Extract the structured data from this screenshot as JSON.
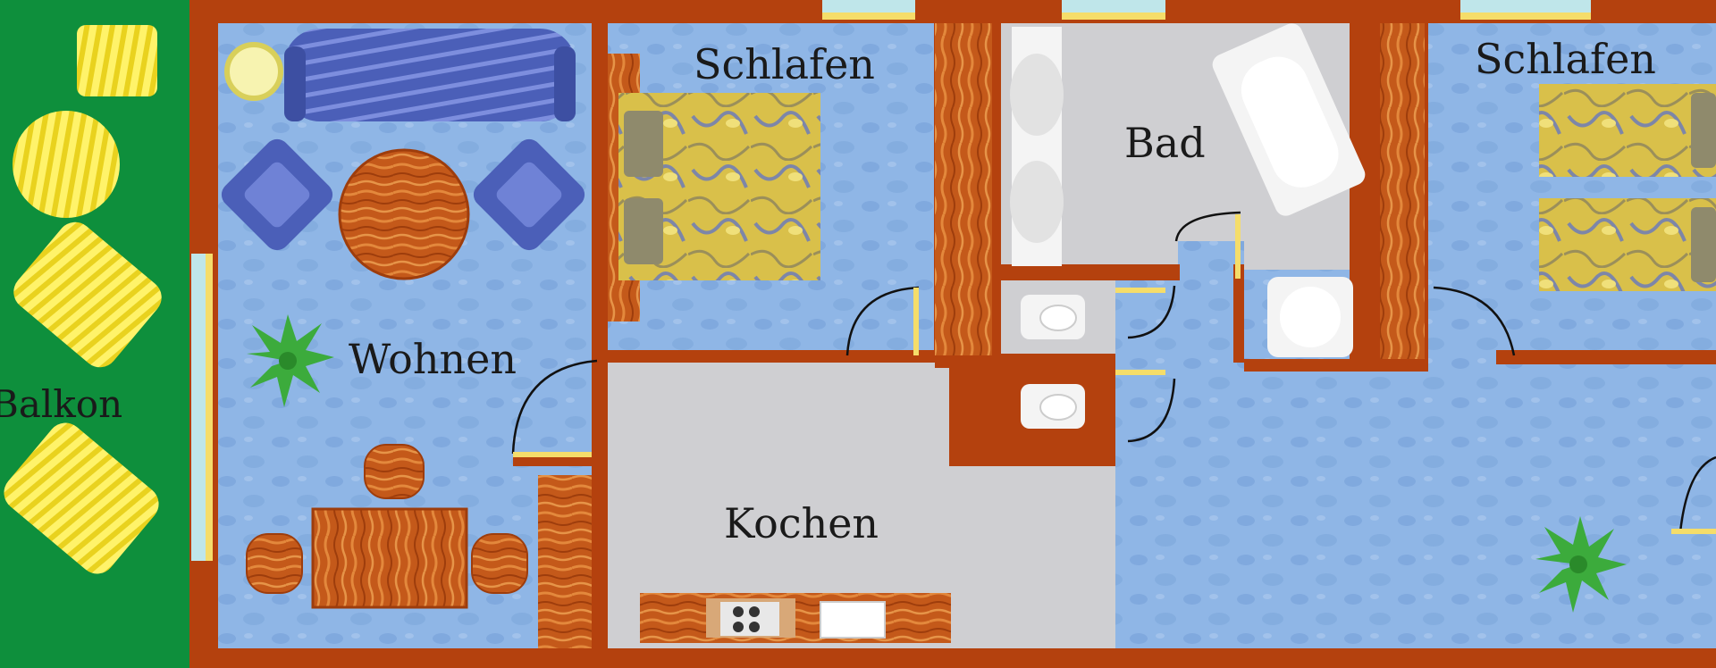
{
  "rooms": {
    "balkon": "Balkon",
    "wohnen": "Wohnen",
    "schlafen_1": "Schlafen",
    "schlafen_2": "Schlafen",
    "bad": "Bad",
    "kochen": "Kochen"
  },
  "colors": {
    "balcony_green": "#0e8f3c",
    "wall_brown": "#b4410e",
    "floor_blue": "#8fb6e6",
    "tile_grey": "#cfcfd2",
    "wood": "#c8601e",
    "sofa_blue": "#4b5fb8",
    "plant_green": "#3cab3c",
    "plank_yellow": "#f2e33a",
    "window_yellow": "#f5dd6a",
    "window_glass": "#bfe6ea"
  },
  "icons": [
    "sofa-icon",
    "armchair-icon",
    "coffee-table-icon",
    "lamp-icon",
    "plant-icon",
    "dining-table-icon",
    "chair-icon",
    "double-bed-icon",
    "single-bed-icon",
    "wardrobe-icon",
    "bathtub-icon",
    "sink-icon",
    "toilet-icon",
    "stove-icon",
    "door-swing-icon",
    "window-icon",
    "lounger-icon"
  ]
}
